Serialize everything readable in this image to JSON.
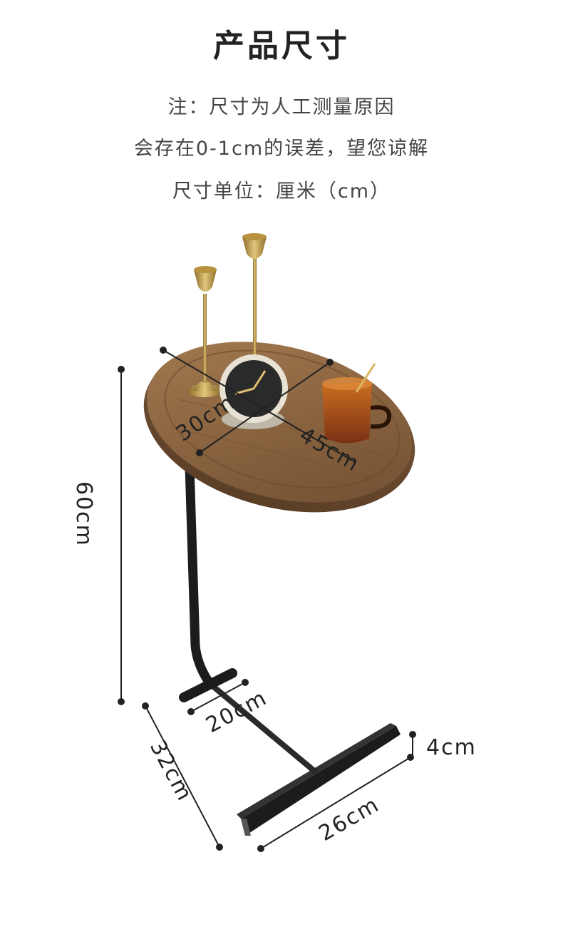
{
  "title": "产品尺寸",
  "notes": {
    "line1": "注：尺寸为人工测量原因",
    "line2": "会存在0-1cm的误差，望您谅解",
    "line3": "尺寸单位：厘米（cm）"
  },
  "dimensions": {
    "top_width": "30cm",
    "top_length": "45cm",
    "height": "60cm",
    "foot_bar": "20cm",
    "base_depth": "32cm",
    "base_length": "26cm",
    "base_thickness": "4cm"
  },
  "colors": {
    "wood": "#8a6440",
    "frame": "#1e1e1e",
    "dimension_line": "#222222"
  }
}
